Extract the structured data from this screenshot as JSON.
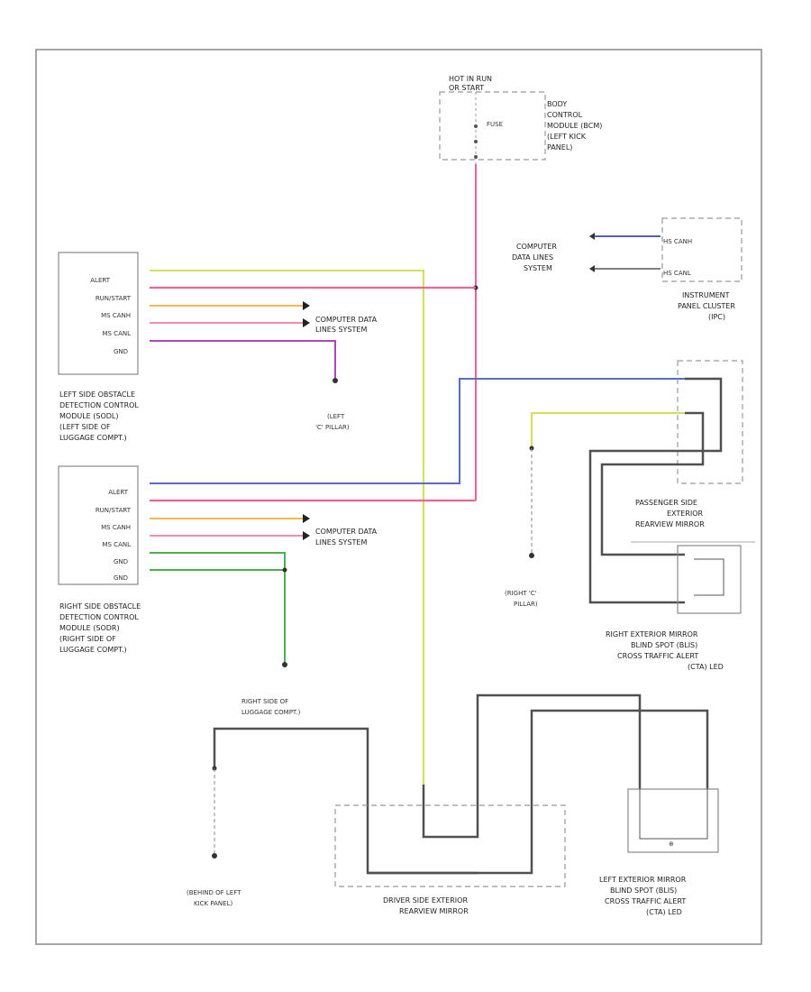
{
  "diagram": {
    "frame_code": "",
    "hot_in_run": [
      "HOT IN RUN",
      "OR START"
    ],
    "bcm": {
      "pins": [
        "",
        "",
        ""
      ],
      "fuse": [
        "FUSE",
        "",
        ""
      ],
      "label": [
        "BODY",
        "CONTROL",
        "MODULE (BCM)",
        "(LEFT KICK",
        "PANEL)"
      ],
      "vert_wire": "",
      "connector": ""
    },
    "ipc": {
      "pins": [
        "",
        ""
      ],
      "wires": [
        "",
        ""
      ],
      "signals": [
        "HS CANH",
        "HS CANL"
      ],
      "label": [
        "INSTRUMENT",
        "PANEL CLUSTER",
        "(IPC)"
      ],
      "cds_label": [
        "COMPUTER",
        "DATA LINES",
        "SYSTEM"
      ]
    },
    "left_module": {
      "signals": [
        "ALERT",
        "RUN/START",
        "MS CANH",
        "MS CANL",
        "GND"
      ],
      "pins": [
        "",
        "",
        "",
        "",
        "",
        ""
      ],
      "wires_a": [
        "",
        "",
        "",
        "",
        ""
      ],
      "wires_b": [
        "",
        "",
        "",
        "",
        ""
      ],
      "label": [
        "LEFT SIDE OBSTACLE",
        "DETECTION CONTROL",
        "MODULE (SODL)",
        "(LEFT SIDE OF",
        "LUGGAGE COMPT.)"
      ],
      "cds_label": [
        "COMPUTER DATA",
        "LINES SYSTEM"
      ]
    },
    "ground_left_c": {
      "code": "",
      "label": [
        "(LEFT",
        "'C' PILLAR)"
      ]
    },
    "splice_top": "",
    "upper_connector": [
      "",
      ""
    ],
    "right_module": {
      "signals": [
        "ALERT",
        "RUN/START",
        "MS CANH",
        "MS CANL",
        "GND",
        "GND"
      ],
      "pins": [
        "",
        "",
        "",
        "",
        "",
        ""
      ],
      "wires_a": [
        "",
        "",
        "",
        "",
        "",
        ""
      ],
      "wires_b": [
        "",
        "",
        "",
        "",
        "",
        ""
      ],
      "label": [
        "RIGHT SIDE OBSTACLE",
        "DETECTION CONTROL",
        "MODULE (SODR)",
        "(RIGHT SIDE OF",
        "LUGGAGE COMPT.)"
      ],
      "cds_label": [
        "COMPUTER DATA",
        "LINES SYSTEM"
      ]
    },
    "splice_ground_right": "",
    "ground_right_luggage": {
      "code": "",
      "label": [
        "RIGHT SIDE OF",
        "LUGGAGE COMPT.)"
      ],
      "vert_wire": ""
    },
    "right_mirror_top": {
      "connector": "",
      "wires": [
        "",
        ""
      ],
      "pins": [
        "",
        ""
      ],
      "label": [
        "PASSENGER SIDE",
        "EXTERIOR",
        "REARVIEW MIRROR"
      ]
    },
    "right_c_pillar": {
      "splice": "",
      "vert_wire": "",
      "code": "",
      "label": [
        "(RIGHT 'C'",
        "PILLAR)"
      ]
    },
    "right_bliss": {
      "pins": [
        "",
        ""
      ],
      "wires": [
        "",
        ""
      ],
      "inner": "",
      "label": [
        "RIGHT EXTERIOR MIRROR",
        "BLIND SPOT (BLIS)",
        "CROSS TRAFFIC ALERT",
        "(CTA) LED"
      ]
    },
    "driver_mirror": {
      "label": [
        "DRIVER SIDE EXTERIOR",
        "REARVIEW MIRROR"
      ],
      "vert_wire": ""
    },
    "left_kick_ground": {
      "splice": "",
      "vert_wire": "",
      "code": "",
      "label": [
        "(BEHIND OF LEFT",
        "KICK PANEL)"
      ]
    },
    "left_bliss": {
      "label": [
        "LEFT EXTERIOR MIRROR",
        "BLIND SPOT (BLIS)",
        "CROSS TRAFFIC ALERT",
        "(CTA) LED"
      ],
      "wire_a": "",
      "wire_b": ""
    },
    "colors": {
      "yellow_green": "#d4e157",
      "pink": "#f06292",
      "orange": "#ff9800",
      "violet": "#ab47bc",
      "blue": "#5c6bc0",
      "green": "#4caf50",
      "dark": "#505050",
      "frame": "#888888"
    }
  }
}
